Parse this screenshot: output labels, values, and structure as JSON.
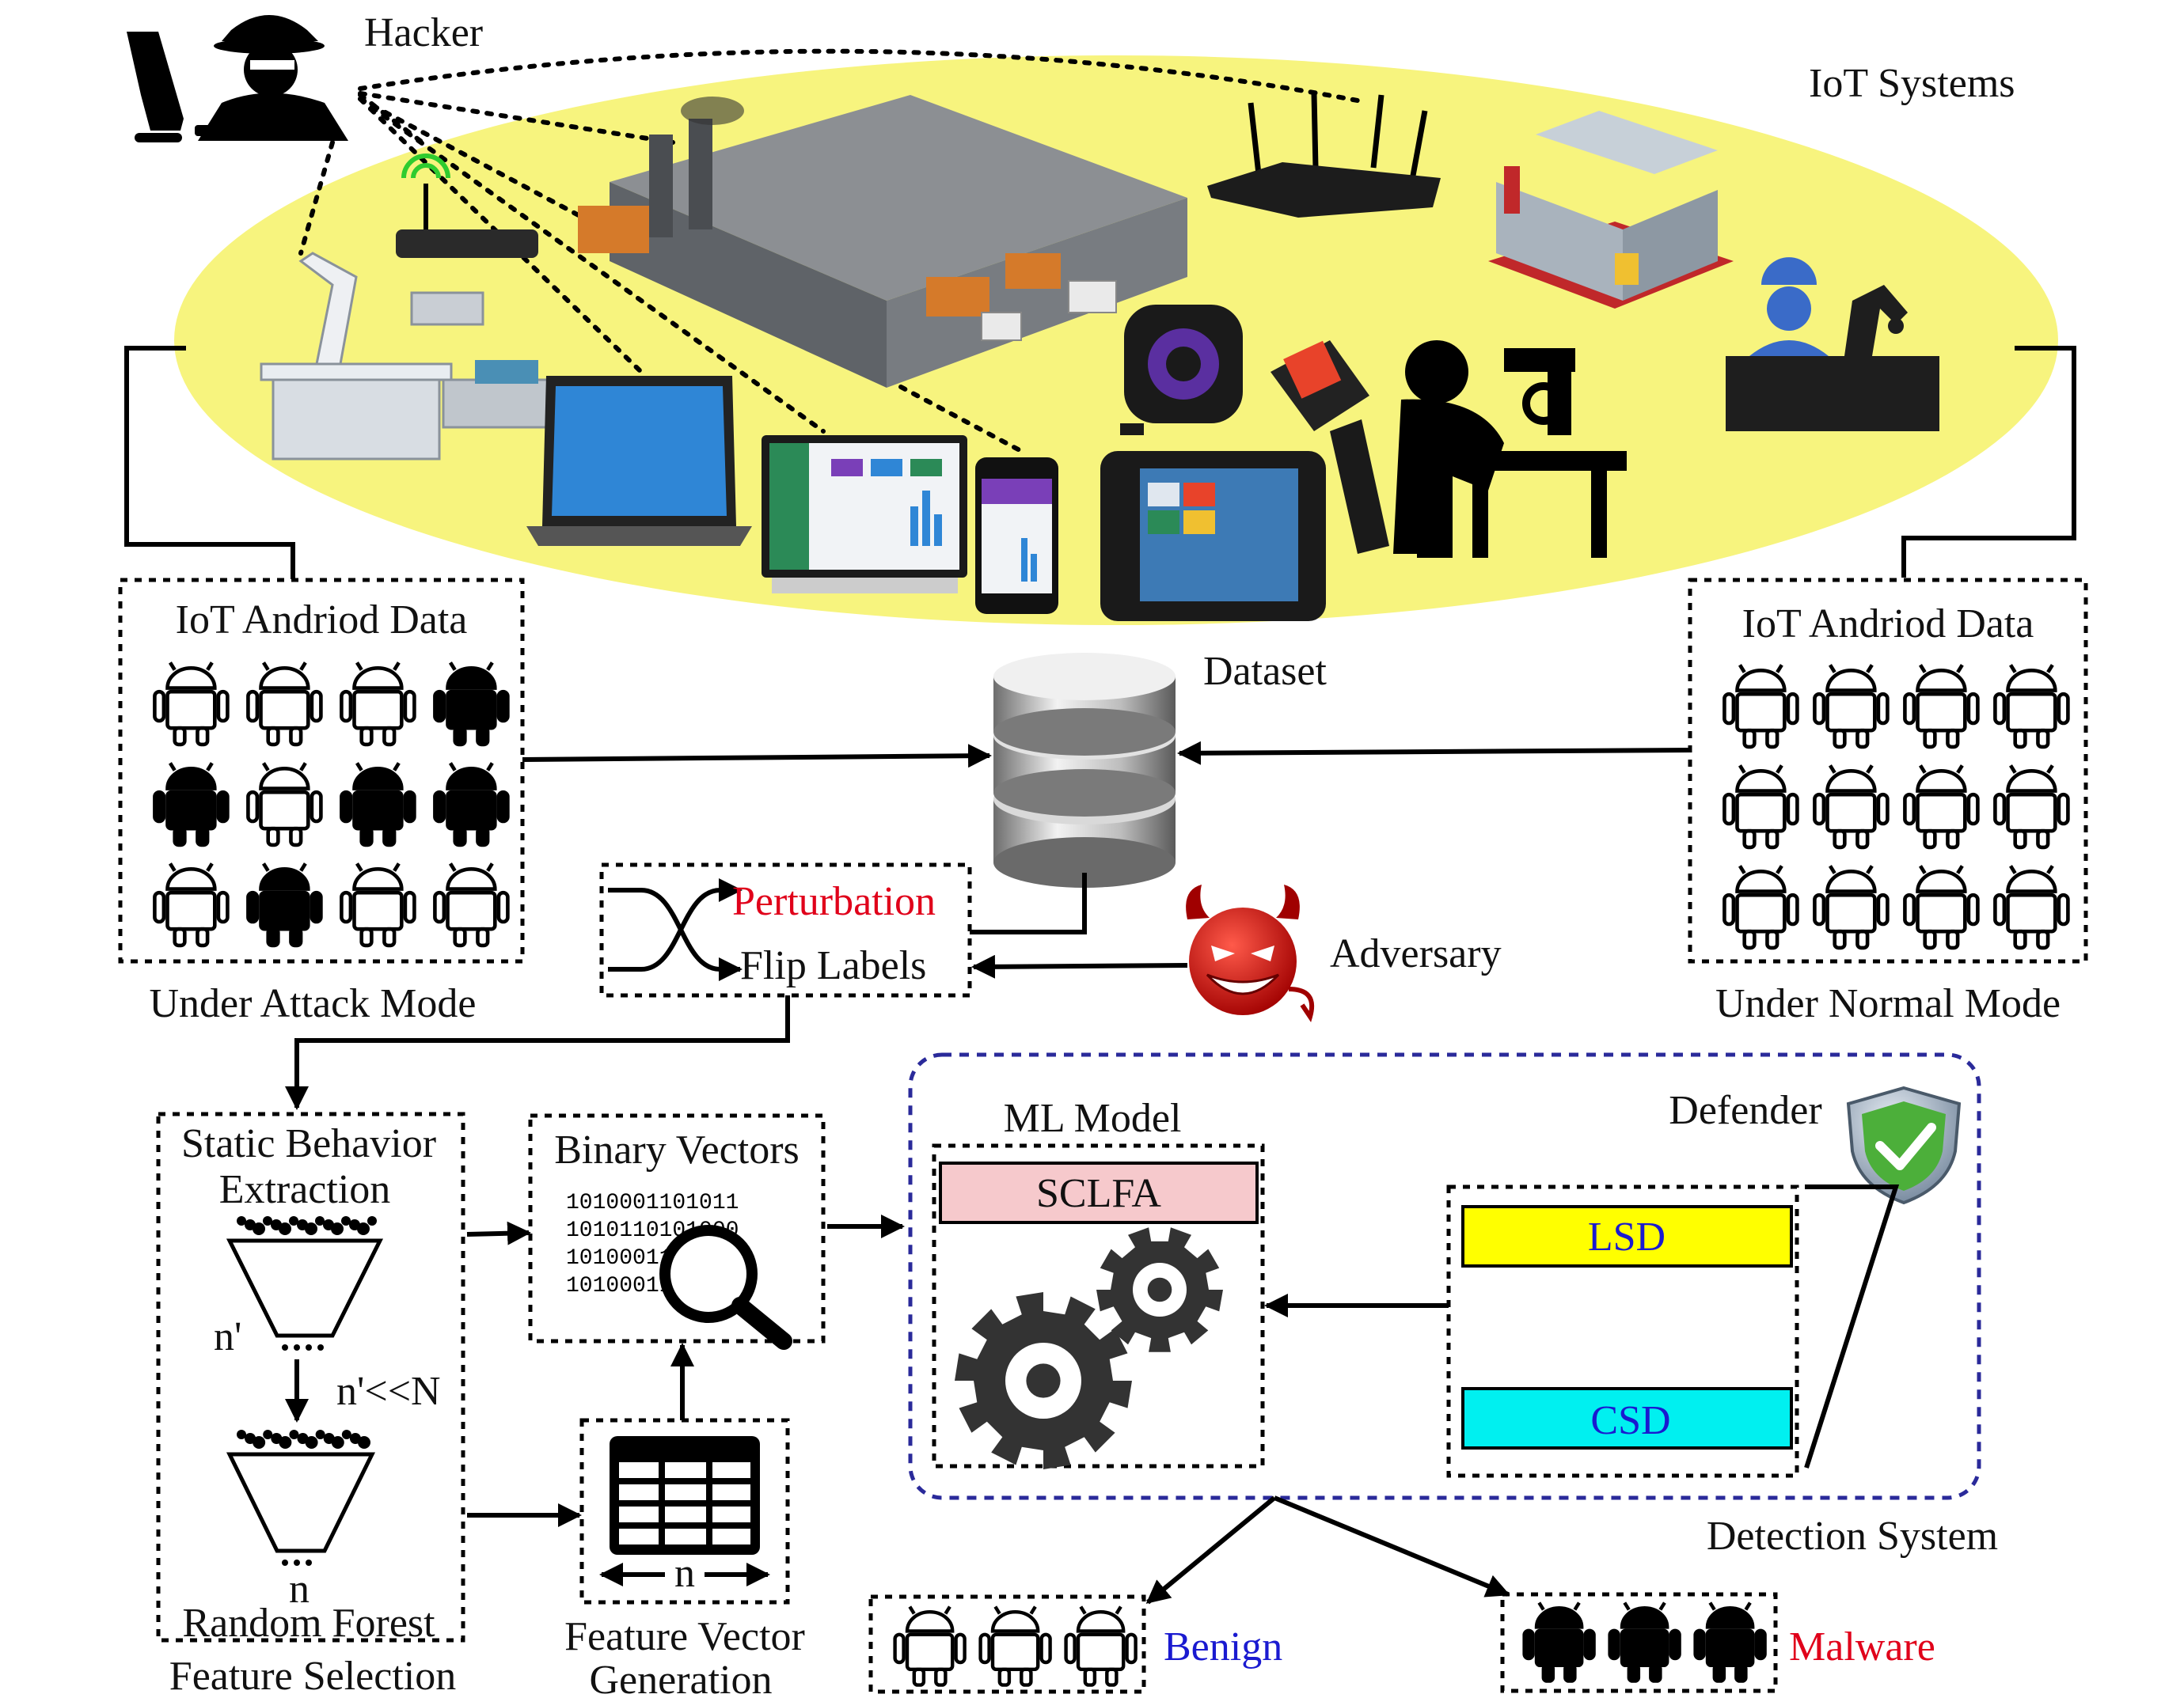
{
  "labels": {
    "hacker": "Hacker",
    "iot_systems": "IoT Systems",
    "iot_data_left": "IoT  Andriod  Data",
    "iot_data_right": "IoT  Andriod  Data",
    "dataset": "Dataset",
    "perturbation": "Perturbation",
    "flip_labels": "Flip Labels",
    "adversary": "Adversary",
    "under_attack": "Under Attack Mode",
    "under_normal": "Under Normal Mode",
    "static_behavior_1": "Static Behavior",
    "static_behavior_2": "Extraction",
    "n_prime": "n'",
    "n_prime_ll_n": "n'<<N",
    "n": "n",
    "n_table": "n",
    "random_forest": "Random Forest",
    "feature_selection": "Feature Selection",
    "binary_vectors": "Binary Vectors",
    "feature_vector_1": "Feature Vector",
    "feature_vector_2": "Generation",
    "ml_model": "ML Model",
    "sclfa": "SCLFA",
    "defender": "Defender",
    "lsd": "LSD",
    "csd": "CSD",
    "detection_system": "Detection System",
    "benign": "Benign",
    "malware": "Malware"
  },
  "binary_rows": [
    "1010001101011",
    "1010110101000",
    "1010001101011",
    "1010001101011"
  ],
  "android_grids": {
    "left_dark": [
      false,
      false,
      false,
      true,
      true,
      false,
      true,
      true,
      false,
      true,
      false,
      false
    ],
    "right_dark": [
      false,
      false,
      false,
      false,
      false,
      false,
      false,
      false,
      false,
      false,
      false,
      false
    ]
  },
  "colors": {
    "ellipse": "#f7f47e",
    "perturbation": "#e0001a",
    "sclfa_fill": "#f6c9cc",
    "lsd_fill": "#ffff00",
    "csd_fill": "#00f0f0",
    "lsd_text": "#1a1ad0",
    "benign_text": "#1a1ad0",
    "malware_text": "#e0001a",
    "detection_border": "#2a2a9a"
  }
}
